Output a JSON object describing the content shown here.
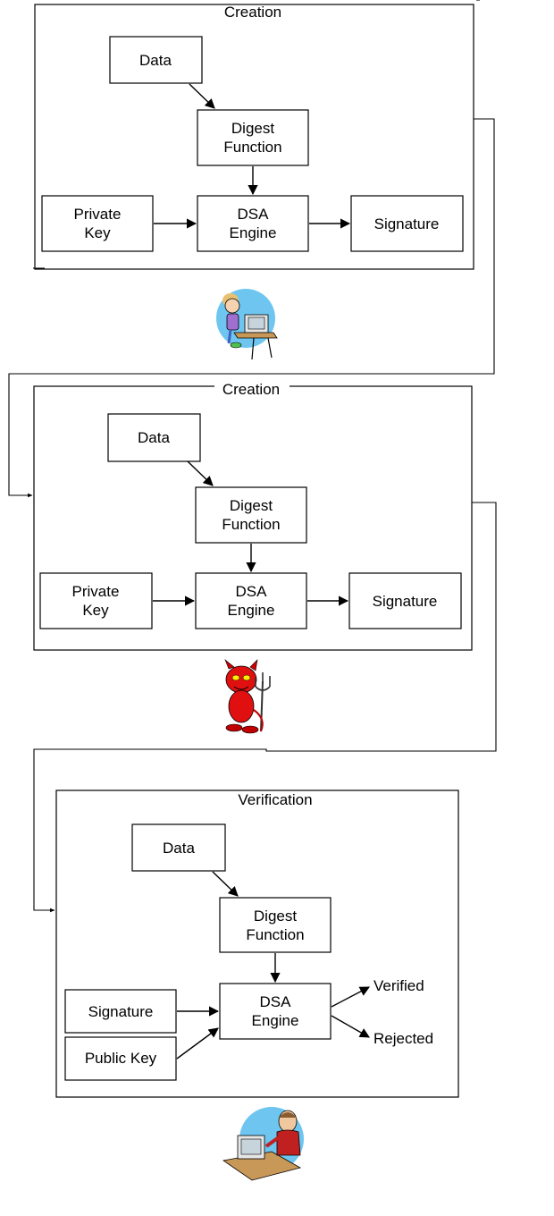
{
  "panel1": {
    "title": "Creation",
    "data": "Data",
    "digest": [
      "Digest",
      "Function"
    ],
    "private_key": [
      "Private",
      "Key"
    ],
    "engine": [
      "DSA",
      "Engine"
    ],
    "signature": "Signature",
    "actor_icon": "woman-at-computer-icon"
  },
  "panel2": {
    "title": "Creation",
    "data": "Data",
    "digest": [
      "Digest",
      "Function"
    ],
    "private_key": [
      "Private",
      "Key"
    ],
    "engine": [
      "DSA",
      "Engine"
    ],
    "signature": "Signature",
    "actor_icon": "red-devil-with-pitchfork-icon"
  },
  "panel3": {
    "title": "Verification",
    "data": "Data",
    "digest": [
      "Digest",
      "Function"
    ],
    "signature": "Signature",
    "public_key": "Public Key",
    "engine": [
      "DSA",
      "Engine"
    ],
    "verified": "Verified",
    "rejected": "Rejected",
    "actor_icon": "man-at-computer-icon"
  }
}
